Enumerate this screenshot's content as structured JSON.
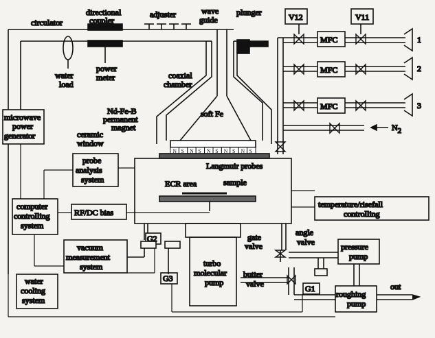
{
  "labels": {
    "circulator": "circulator",
    "directional_coupler_1": "directional",
    "directional_coupler_2": "coupler",
    "adjuster": "adjuster",
    "wave_guide_1": "wave",
    "wave_guide_2": "guide",
    "plunger": "plunger",
    "v12": "V12",
    "v11": "V11",
    "mfc": "MFC",
    "gas_line_1": "1",
    "gas_line_2": "2",
    "gas_line_3": "3",
    "n2": "N",
    "n2_sub": "2",
    "water_load_1": "water",
    "water_load_2": "load",
    "power_meter_1": "power",
    "power_meter_2": "meter",
    "coaxial_chamber_1": "coaxial",
    "coaxial_chamber_2": "chamber",
    "microwave_gen_1": "microwave",
    "microwave_gen_2": "power",
    "microwave_gen_3": "generator",
    "ndfeb_1": "Nd-Fe-B",
    "ndfeb_2": "permanent",
    "ndfeb_3": "magnet",
    "soft_fe": "soft Fe",
    "ceramic_1": "ceramic",
    "ceramic_2": "window",
    "probe_analysis_1": "probe",
    "probe_analysis_2": "analysis",
    "probe_analysis_3": "system",
    "langmuir": "Langmuir probes",
    "ecr_area": "ECR area",
    "sample": "sample",
    "computer_1": "computer",
    "computer_2": "controlling",
    "computer_3": "system",
    "rf_dc_bias": "RF/DC bias",
    "temperature_1": "temperature/risefall",
    "temperature_2": "controlling",
    "g2": "G2",
    "g3": "G3",
    "g1": "G1",
    "vacuum_1": "vacuum",
    "vacuum_2": "measurement",
    "vacuum_3": "system",
    "turbo_1": "turbo",
    "turbo_2": "molecular",
    "turbo_3": "pump",
    "gate_valve_1": "gate",
    "gate_valve_2": "valve",
    "angle_valve_1": "angle",
    "angle_valve_2": "valve",
    "butter_valve_1": "butter",
    "butter_valve_2": "valve",
    "pressure_pump_1": "pressure",
    "pressure_pump_2": "pump",
    "roughing_pump_1": "roughing",
    "roughing_pump_2": "pump",
    "water_cooling_1": "water",
    "water_cooling_2": "cooling",
    "water_cooling_3": "system",
    "out": "out"
  },
  "magnet_marks": [
    "N",
    "S",
    "N",
    "S",
    "N",
    "S",
    "N",
    "S",
    "N",
    "S"
  ]
}
